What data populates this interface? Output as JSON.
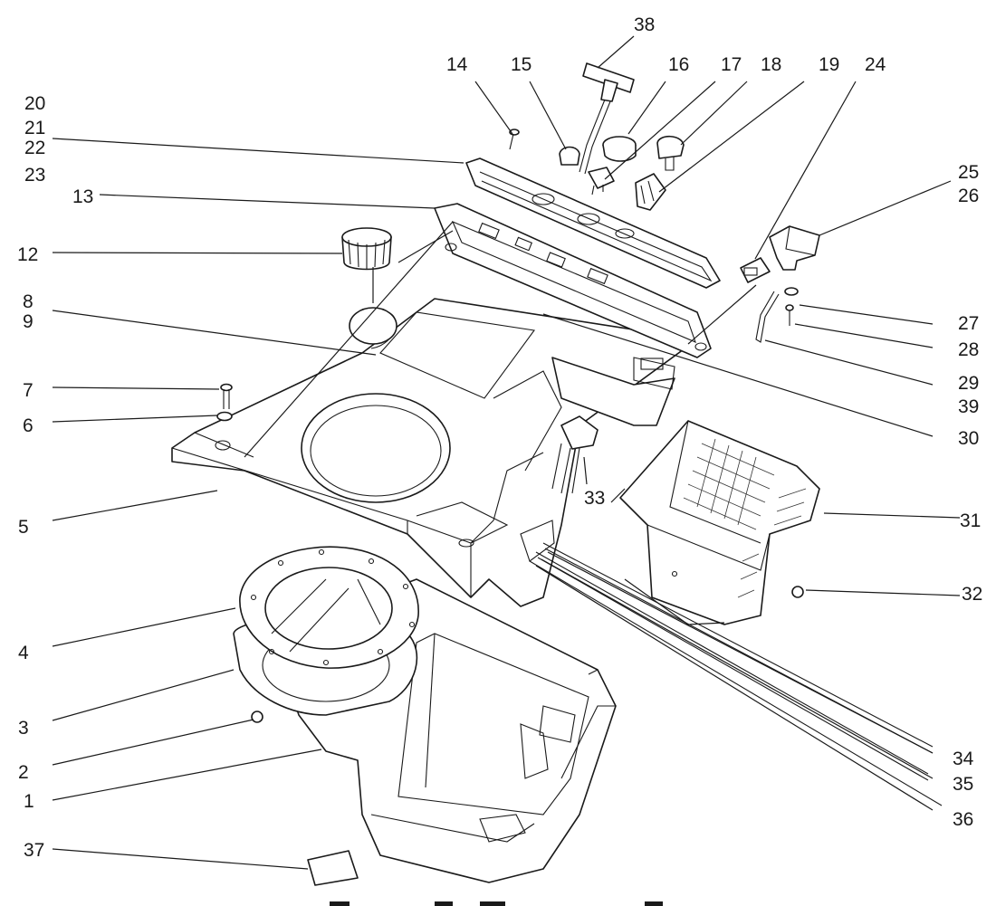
{
  "diagram": {
    "labels": [
      {
        "id": "p1",
        "text": "1"
      },
      {
        "id": "p2",
        "text": "2"
      },
      {
        "id": "p3",
        "text": "3"
      },
      {
        "id": "p4",
        "text": "4"
      },
      {
        "id": "p5",
        "text": "5"
      },
      {
        "id": "p6",
        "text": "6"
      },
      {
        "id": "p7",
        "text": "7"
      },
      {
        "id": "p8",
        "text": "8"
      },
      {
        "id": "p9",
        "text": "9"
      },
      {
        "id": "p12",
        "text": "12"
      },
      {
        "id": "p13",
        "text": "13"
      },
      {
        "id": "p14",
        "text": "14"
      },
      {
        "id": "p15",
        "text": "15"
      },
      {
        "id": "p16",
        "text": "16"
      },
      {
        "id": "p17",
        "text": "17"
      },
      {
        "id": "p18",
        "text": "18"
      },
      {
        "id": "p19",
        "text": "19"
      },
      {
        "id": "p20",
        "text": "20"
      },
      {
        "id": "p21",
        "text": "21"
      },
      {
        "id": "p22",
        "text": "22"
      },
      {
        "id": "p23",
        "text": "23"
      },
      {
        "id": "p24",
        "text": "24"
      },
      {
        "id": "p25",
        "text": "25"
      },
      {
        "id": "p26",
        "text": "26"
      },
      {
        "id": "p27",
        "text": "27"
      },
      {
        "id": "p28",
        "text": "28"
      },
      {
        "id": "p29",
        "text": "29"
      },
      {
        "id": "p30",
        "text": "30"
      },
      {
        "id": "p31",
        "text": "31"
      },
      {
        "id": "p32",
        "text": "32"
      },
      {
        "id": "p33",
        "text": "33"
      },
      {
        "id": "p34",
        "text": "34"
      },
      {
        "id": "p35",
        "text": "35"
      },
      {
        "id": "p36",
        "text": "36"
      },
      {
        "id": "p37",
        "text": "37"
      },
      {
        "id": "p38",
        "text": "38"
      },
      {
        "id": "p39",
        "text": "39"
      }
    ]
  }
}
